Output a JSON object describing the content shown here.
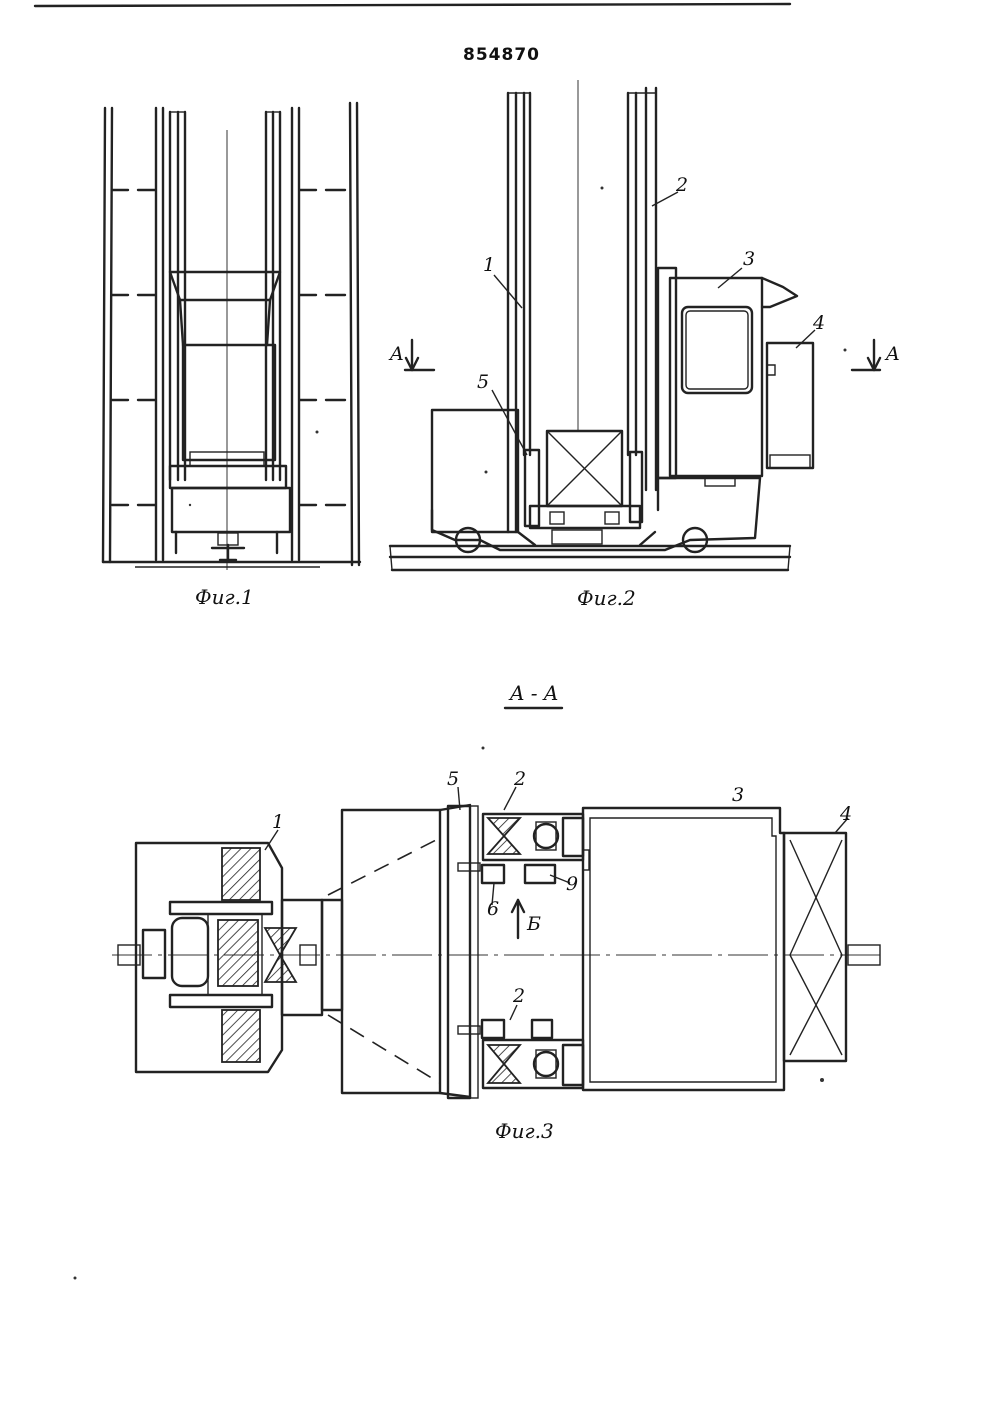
{
  "patent_number": "854870",
  "figures": {
    "fig1": {
      "caption": "Фиг.1"
    },
    "fig2": {
      "caption": "Фиг.2",
      "labels": [
        "1",
        "2",
        "3",
        "4",
        "5"
      ],
      "section_mark": "A"
    },
    "fig3": {
      "caption": "Фиг.3",
      "section_title": "A - A",
      "labels": [
        "1",
        "2",
        "2",
        "3",
        "4",
        "5",
        "6",
        "9"
      ],
      "view_mark": "Б"
    }
  }
}
